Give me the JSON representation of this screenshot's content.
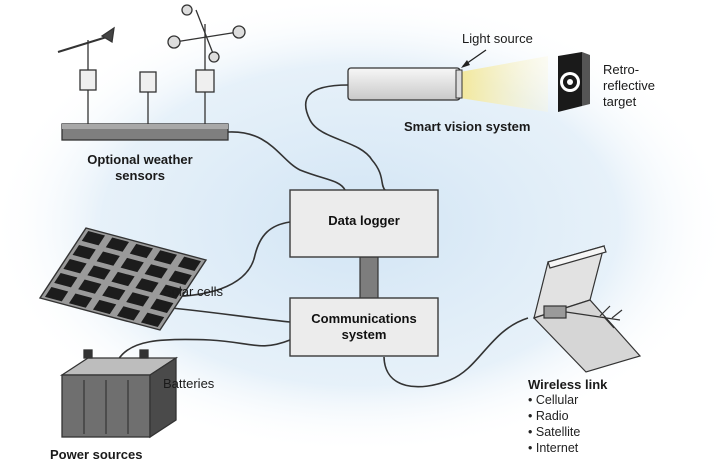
{
  "labels": {
    "light_source": "Light source",
    "retro_target": [
      "Retro-",
      "reflective",
      "target"
    ],
    "smart_vision": "Smart vision system",
    "weather_sensors": [
      "Optional weather",
      "sensors"
    ],
    "data_logger": "Data logger",
    "comms_system": [
      "Communications",
      "system"
    ],
    "solar_cells": "Solar cells",
    "batteries": "Batteries",
    "power_sources": "Power sources",
    "wireless_link": "Wireless link"
  },
  "wireless_options": [
    "Cellular",
    "Radio",
    "Satellite",
    "Internet"
  ],
  "colors": {
    "background_glow": "#cfe3f4",
    "box_fill": "#ececec",
    "box_stroke": "#3a3a3a",
    "cable": "#333333",
    "beam": "#f6edb0",
    "solar_cell": "#1c1c1c"
  }
}
